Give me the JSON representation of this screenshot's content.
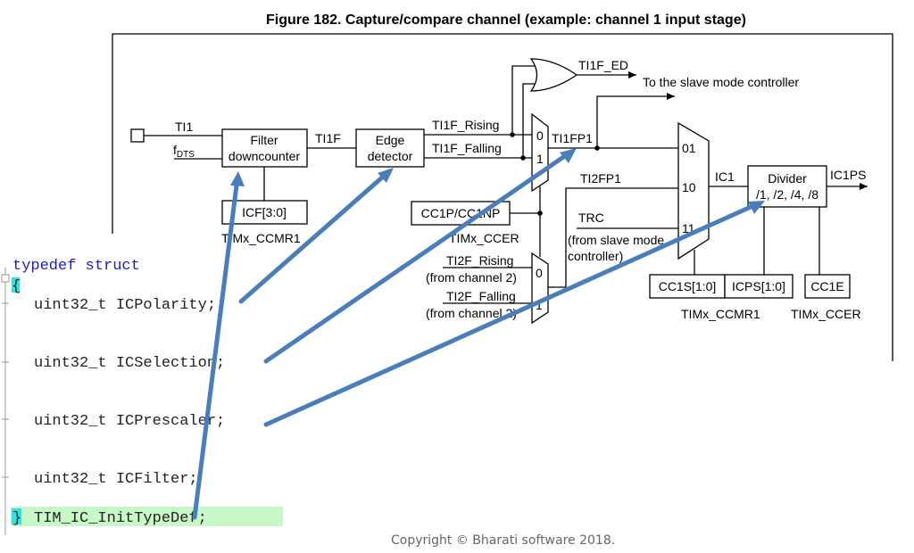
{
  "figure": {
    "title": "Figure 182. Capture/compare channel (example: channel 1 input stage)"
  },
  "diagram": {
    "signals": {
      "ti1": "TI1",
      "fdts_main": "f",
      "fdts_sub": "DTS",
      "ti1f": "TI1F",
      "ti1f_rising": "TI1F_Rising",
      "ti1f_falling": "TI1F_Falling",
      "ti1f_ed": "TI1F_ED",
      "slave_mode": "To the slave mode controller",
      "ti1fp1": "TI1FP1",
      "ti2fp1": "TI2FP1",
      "trc": "TRC",
      "trc_note_1": "(from slave mode",
      "trc_note_2": "controller)",
      "ic1": "IC1",
      "ic1ps": "IC1PS",
      "ti2f_rising": "TI2F_Rising",
      "ti2f_falling": "TI2F_Falling",
      "from_ch2_a": "(from channel 2)",
      "from_ch2_b": "(from channel 2)"
    },
    "blocks": {
      "filter_line1": "Filter",
      "filter_line2": "downcounter",
      "edge_line1": "Edge",
      "edge_line2": "detector",
      "icf": "ICF[3:0]",
      "cc1p": "CC1P/CC1NP",
      "divider_line1": "Divider",
      "divider_line2": "/1, /2, /4, /8",
      "cc1s": "CC1S[1:0]",
      "icps": "ICPS[1:0]",
      "cc1e": "CC1E"
    },
    "registers": {
      "ccmr1_a": "TIMx_CCMR1",
      "ccer_a": "TIMx_CCER",
      "ccmr1_b": "TIMx_CCMR1",
      "ccer_b": "TIMx_CCER"
    },
    "mux_inputs": {
      "m1_0": "0",
      "m1_1": "1",
      "m2_0": "0",
      "m2_1": "1",
      "m3_01": "01",
      "m3_10": "10",
      "m3_11": "11"
    }
  },
  "code": {
    "line1_kw": "typedef struct",
    "line2": "{",
    "field1": "uint32_t  ICPolarity;",
    "field2": "uint32_t ICSelection;",
    "field3": "uint32_t ICPrescaler;",
    "field4": "uint32_t ICFilter;",
    "close_brace": "}",
    "type_name": "TIM_IC_InitTypeDef;"
  },
  "footer": {
    "copyright": "Copyright © Bharati software 2018."
  },
  "colors": {
    "arrow": "#4a7ebb",
    "keyword": "#1b1bcc",
    "brace_highlight": "#2fe3e3",
    "line_highlight": "#c8f7c8"
  }
}
